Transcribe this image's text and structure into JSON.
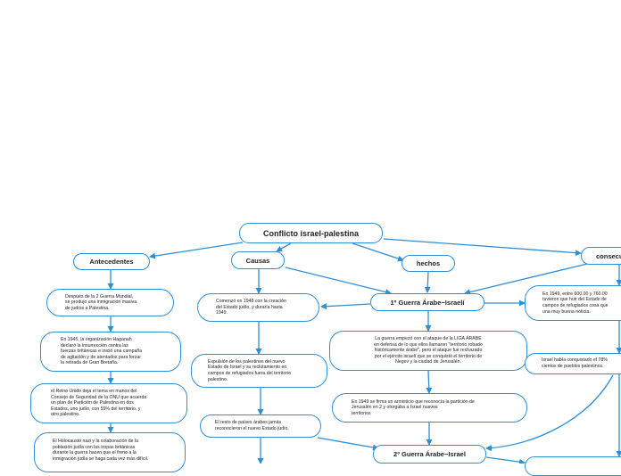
{
  "diagram": {
    "edge_color": "#2d8fd5",
    "nodes": {
      "root": "Conflicto israel-palestina",
      "antecedentes": "Antecedentes",
      "causas": "Causas",
      "hechos": "hechos",
      "consecuencias": "consecu",
      "ant1": "Después de la 2 Guerra Mundial,\nse produjo una inmigración masiva\nde judíos a Palestina.",
      "ant2": "En 1945, la organización Haganah\ndeclaró la insurrección contra las\nfuerzas británicas e inició una campaña\nde agitación y de atentados para forzar\nla retirada de Gran Bretaña.",
      "ant3": "el Reino Unido deja el tema en manos del\nConsejo de Seguridad de la ONU que acuerda\nun plan de Partición de Palestina en dos\nEstados, uno judío, con 55% del territorio, y\notro palestino.",
      "ant4": "El Holocausto nazi y la colaboración de la\npoblación judía con las tropas británicas\ndurante la guerra hacen que el freno a la\ninmigración judía se haga cada vez más difícil.",
      "cau1": "Comenzó en 1948 con la creación\ndel Estado judío, y duraría hasta\n1949.",
      "cau2": "Expulsión de los palestinos del nuevo\nEstado de Israel y su reclutamiento en\ncampos de refugiados fuera del territorio\npalestino.",
      "cau3": "El resto de países árabes jamás\nreconocieron el nuevo Estado judío.",
      "guerra1": "1º Guerra Árabe−Israelí",
      "g1a": "La guerra empezó con el ataque de la LIGA ÁRABE\nen defensa de lo que ellos llamaron \"territorio robado\nhistóricamente árabe\", pero el ataque fue rechazado\npor el ejército israelí que se conquistó el territorio de\nNegev y la ciudad de Jerusalén.",
      "g1b": "En 1949 se firma un armisticio que reconocía la partición de\nJerusalén en 2 y otorgaba a Israel nuevos\nterritorios",
      "guerra2": "2º Guerra Árabe−Israel",
      "con1": "En 1949, entre 600.00 y 760.00\n tuvieron que huir del Estado de\ncampos de refugiados cosa que\nuna muy buena noticia.",
      "con2": "Israel había conquistado el 78%\ncientos de pueblos palestinos."
    }
  }
}
